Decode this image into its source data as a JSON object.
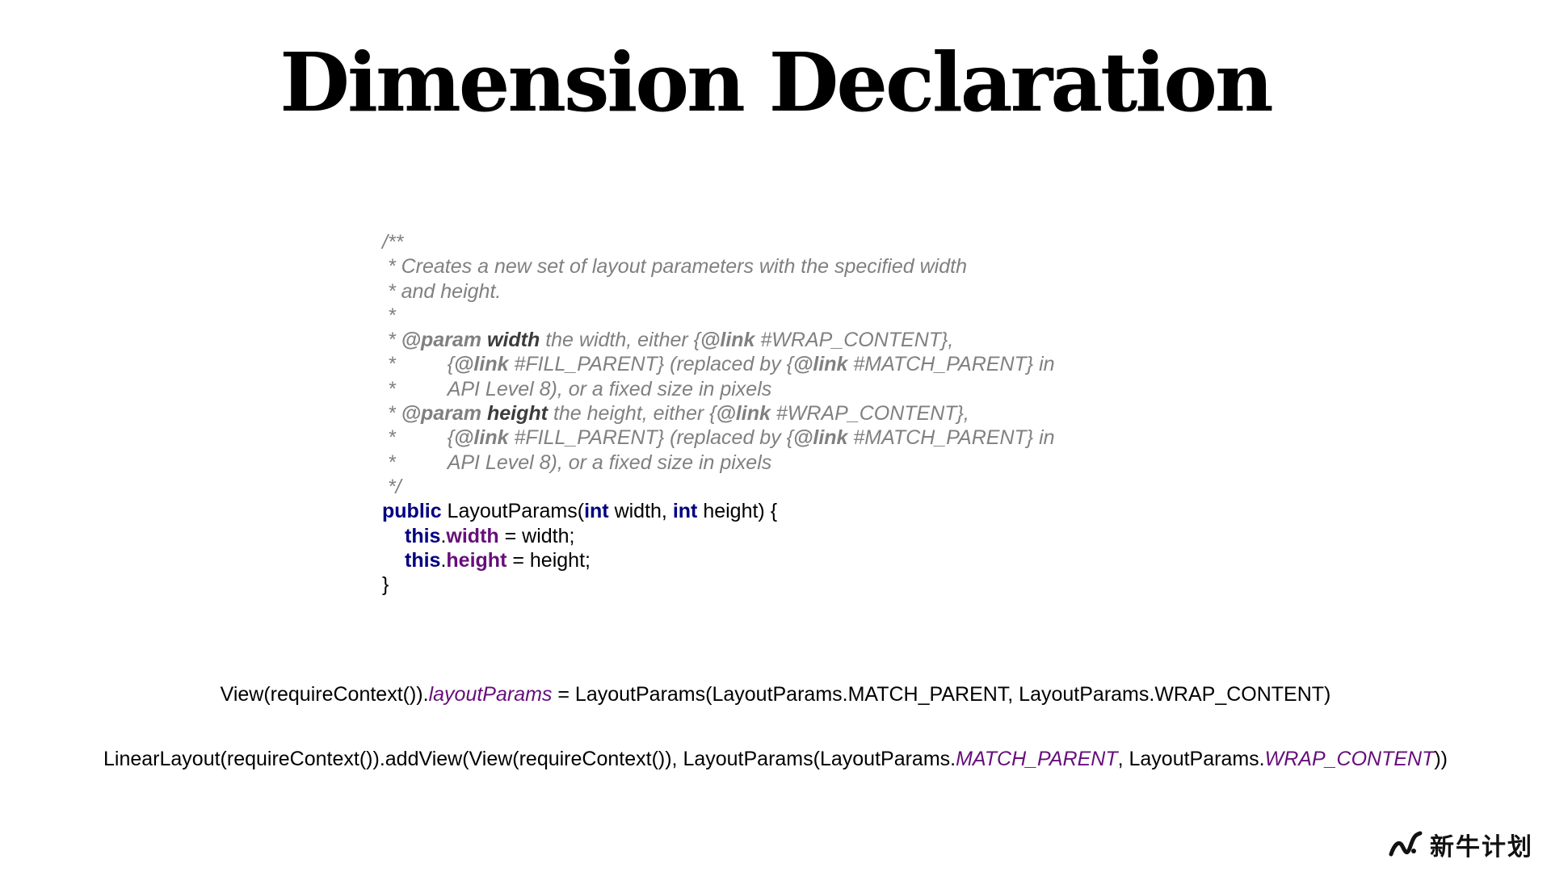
{
  "title": "Dimension Declaration",
  "code": {
    "l1": "/**",
    "l2": " * Creates a new set of layout parameters with the specified width",
    "l3": " * and height.",
    "l4": " *",
    "l5_star": " * ",
    "l5_tag": "@param",
    "l5_name": "width",
    "l5_text1": " the width, either {",
    "l5_link": "@link",
    "l5_text2": " #WRAP_CONTENT},",
    "l6_star": " *",
    "l6_brace": "{",
    "l6_link1": "@link",
    "l6_text1": " #FILL_PARENT} (replaced by {",
    "l6_link2": "@link",
    "l6_text2": " #MATCH_PARENT} in",
    "l7_star": " *",
    "l7_text": "API Level 8), or a fixed size in pixels",
    "l8_star": " * ",
    "l8_tag": "@param",
    "l8_name": "height",
    "l8_text1": " the height, either {",
    "l8_link": "@link",
    "l8_text2": " #WRAP_CONTENT},",
    "l9_star": " *",
    "l9_brace": "{",
    "l9_link1": "@link",
    "l9_text1": " #FILL_PARENT} (replaced by {",
    "l9_link2": "@link",
    "l9_text2": " #MATCH_PARENT} in",
    "l10_star": " *",
    "l10_text": "API Level 8), or a fixed size in pixels",
    "l11": " */",
    "l12_kw_public": "public",
    "l12_text1": " LayoutParams(",
    "l12_kw_int1": "int",
    "l12_text2": " width, ",
    "l12_kw_int2": "int",
    "l12_text3": " height) {",
    "l13_this": "this",
    "l13_dot": ".",
    "l13_field": "width",
    "l13_rest": " = width;",
    "l14_this": "this",
    "l14_dot": ".",
    "l14_field": "height",
    "l14_rest": " = height;",
    "l15": "}"
  },
  "usage1": {
    "a": "View(requireContext()).",
    "b": "layoutParams",
    "c": " = LayoutParams(LayoutParams.MATCH_PARENT, LayoutParams.WRAP_CONTENT)"
  },
  "usage2": {
    "a": "LinearLayout(requireContext()).addView(View(requireContext()), LayoutParams(LayoutParams.",
    "b": "MATCH_PARENT",
    "c": ", LayoutParams.",
    "d": "WRAP_CONTENT",
    "e": "))"
  },
  "brand": {
    "name": "新牛计划",
    "logo_icon": "brand-logo-icon"
  },
  "colors": {
    "keyword": "#000080",
    "field": "#660e7a",
    "comment": "#808080"
  }
}
